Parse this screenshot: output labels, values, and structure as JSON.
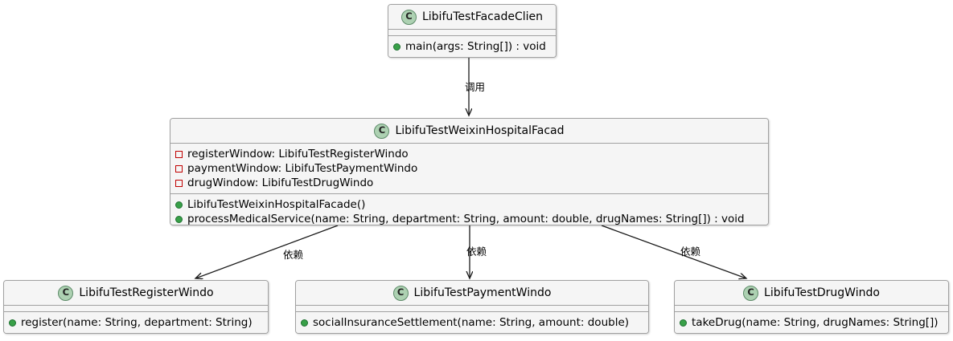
{
  "diagram": {
    "type": "uml-class-diagram",
    "background": "#ffffff",
    "class_box_fill": "#f5f5f5",
    "class_box_border": "#a0a0a0",
    "class_icon_fill": "#add1b2",
    "private_marker_color": "#c00000",
    "public_marker_color": "#38a048"
  },
  "classes": {
    "client": {
      "name": "LibifuTestFacadeClien",
      "icon": "class-icon-C",
      "attributes": [],
      "methods": [
        {
          "visibility": "public",
          "text": "main(args: String[]) : void"
        }
      ]
    },
    "facade": {
      "name": "LibifuTestWeixinHospitalFacad",
      "icon": "class-icon-C",
      "attributes": [
        {
          "visibility": "private",
          "text": "registerWindow: LibifuTestRegisterWindo"
        },
        {
          "visibility": "private",
          "text": "paymentWindow: LibifuTestPaymentWindo"
        },
        {
          "visibility": "private",
          "text": "drugWindow: LibifuTestDrugWindo"
        }
      ],
      "methods": [
        {
          "visibility": "public",
          "text": "LibifuTestWeixinHospitalFacade()"
        },
        {
          "visibility": "public",
          "text": "processMedicalService(name: String, department: String, amount: double, drugNames: String[]) : void"
        }
      ]
    },
    "register": {
      "name": "LibifuTestRegisterWindo",
      "icon": "class-icon-C",
      "attributes": [],
      "methods": [
        {
          "visibility": "public",
          "text": "register(name: String, department: String)"
        }
      ]
    },
    "payment": {
      "name": "LibifuTestPaymentWindo",
      "icon": "class-icon-C",
      "attributes": [],
      "methods": [
        {
          "visibility": "public",
          "text": "socialInsuranceSettlement(name: String, amount: double)"
        }
      ]
    },
    "drug": {
      "name": "LibifuTestDrugWindo",
      "icon": "class-icon-C",
      "attributes": [],
      "methods": [
        {
          "visibility": "public",
          "text": "takeDrug(name: String, drugNames: String[])"
        }
      ]
    }
  },
  "edges": {
    "client_to_facade": {
      "label": "调用"
    },
    "facade_to_register": {
      "label": "依赖"
    },
    "facade_to_payment": {
      "label": "依赖"
    },
    "facade_to_drug": {
      "label": "依赖"
    }
  }
}
